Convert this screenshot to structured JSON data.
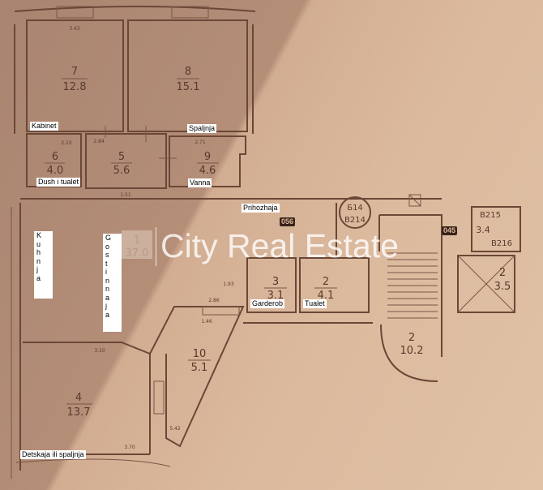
{
  "watermark": "City Real Estate",
  "rooms": [
    {
      "num": "7",
      "area": "12.8",
      "name": "Kabinet",
      "dim": "3.43"
    },
    {
      "num": "8",
      "area": "15.1",
      "name": "Spaljnja"
    },
    {
      "num": "6",
      "area": "4.0",
      "name": "Dush i tualet",
      "dim": "2.10"
    },
    {
      "num": "5",
      "area": "5.6",
      "dim": "2.84"
    },
    {
      "num": "9",
      "area": "4.6",
      "name": "Vanna",
      "dim": "2.71"
    },
    {
      "num": "1",
      "area": "37.0",
      "name": "Gostinnaja"
    },
    {
      "num": "3",
      "area": "3.1",
      "name": "Garderob"
    },
    {
      "num": "2",
      "area": "4.1",
      "name": "Tualet"
    },
    {
      "num": "4",
      "area": "13.7",
      "name": "Detskaja ili spaljnja",
      "dim": "3.70"
    },
    {
      "num": "10",
      "area": "5.1",
      "dim": "1.46"
    }
  ],
  "labels": {
    "prihozhaja": "Prihozhaja",
    "kuhnja": "K\nu\nh\nn\nj\na",
    "gostinnaja": "G\no\ns\nt\ni\nn\nn\na\nj\na"
  },
  "other": {
    "stair_num": "2",
    "stair_area": "10.2",
    "lift_num": "2",
    "lift_area": "3.5",
    "b215": "B215",
    "b216": "B216",
    "b_area": "3.4",
    "b214": "B214",
    "circle_top": "Б14",
    "tag1": "056",
    "tag2": "045",
    "dim_286": "2.86",
    "dim_310": "3.10",
    "dim_542": "5.42",
    "dim_151": "1.51",
    "dim_193": "1.93"
  }
}
